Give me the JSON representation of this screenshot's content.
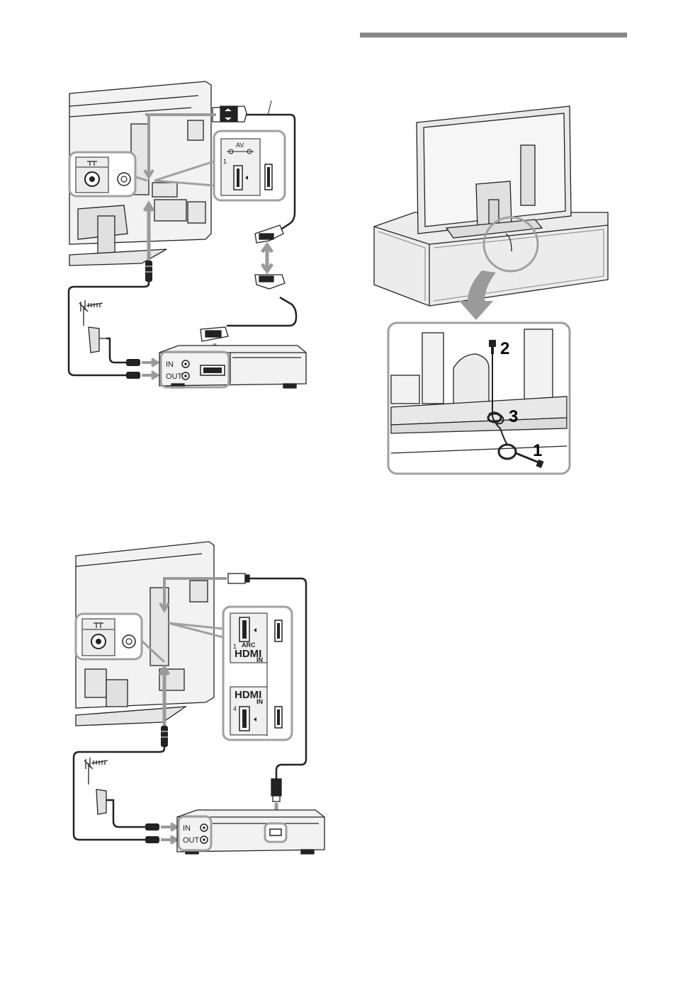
{
  "scart_diagram": {
    "av_label": "AV",
    "av_port_number": "1",
    "in_label": "IN",
    "out_label": "OUT"
  },
  "hdmi_diagram": {
    "port1_number": "1",
    "port1_arc": "ARC",
    "port4_number": "4",
    "hdmi_logo": "HDMI",
    "hdmi_in": "IN",
    "in_label": "IN",
    "out_label": "OUT"
  },
  "stand_diagram": {
    "step_1": "1",
    "step_2": "2",
    "step_3": "3"
  },
  "colors": {
    "line": "#222222",
    "cable_gray": "#9a9a9a",
    "panel_fill": "#f0f0f0",
    "callout_border": "#a0a0a0",
    "section_rule": "#888888"
  }
}
